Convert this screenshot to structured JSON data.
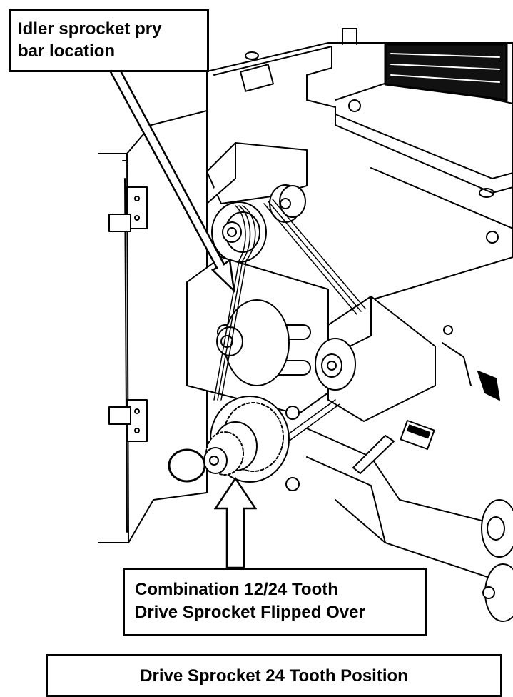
{
  "callouts": {
    "idler": {
      "line1": "Idler sprocket pry",
      "line2": "bar location"
    },
    "drive": {
      "line1": "Combination 12/24 Tooth",
      "line2": "Drive Sprocket Flipped Over"
    }
  },
  "caption": "Drive Sprocket 24 Tooth Position"
}
